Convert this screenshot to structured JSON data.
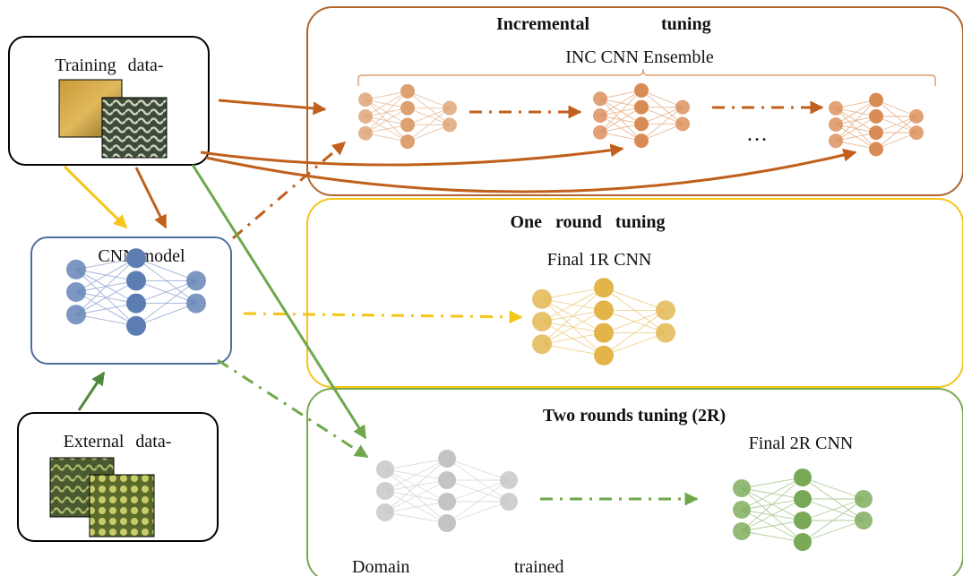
{
  "colors": {
    "incremental": "#C0601C",
    "one_round": "#F5C518",
    "two_round": "#6FA84A",
    "cnn_model": "#5B7DB1",
    "external_arrow": "#4F8A3C"
  },
  "training": {
    "label": "Training data-"
  },
  "external": {
    "label": "External data-"
  },
  "cnn_model": {
    "label": "CNN model"
  },
  "incremental": {
    "title_left": "Incremental",
    "title_right": "tuning",
    "subtitle": "INC CNN Ensemble",
    "ellipsis": "…"
  },
  "one_round": {
    "title": "One round tuning",
    "subtitle": "Final 1R CNN"
  },
  "two_round": {
    "title": "Two rounds tuning (2R)",
    "subtitle": "Final 2R CNN",
    "bottom_left": "Domain",
    "bottom_right": "trained"
  },
  "networks": {
    "cnn_model": {
      "color": "#5B7DB1",
      "edge": "#9FB3D6"
    },
    "inc_1": {
      "color": "#DDA070",
      "edge": "#EBC3A4"
    },
    "inc_2": {
      "color": "#D98B55",
      "edge": "#E9B994"
    },
    "inc_3": {
      "color": "#D98B55",
      "edge": "#E9B994"
    },
    "final_1r": {
      "color": "#E2B44A",
      "edge": "#EFD28E"
    },
    "domain": {
      "color": "#C4C4C4",
      "edge": "#DDDDDD"
    },
    "final_2r": {
      "color": "#79A956",
      "edge": "#AFCD98"
    }
  }
}
